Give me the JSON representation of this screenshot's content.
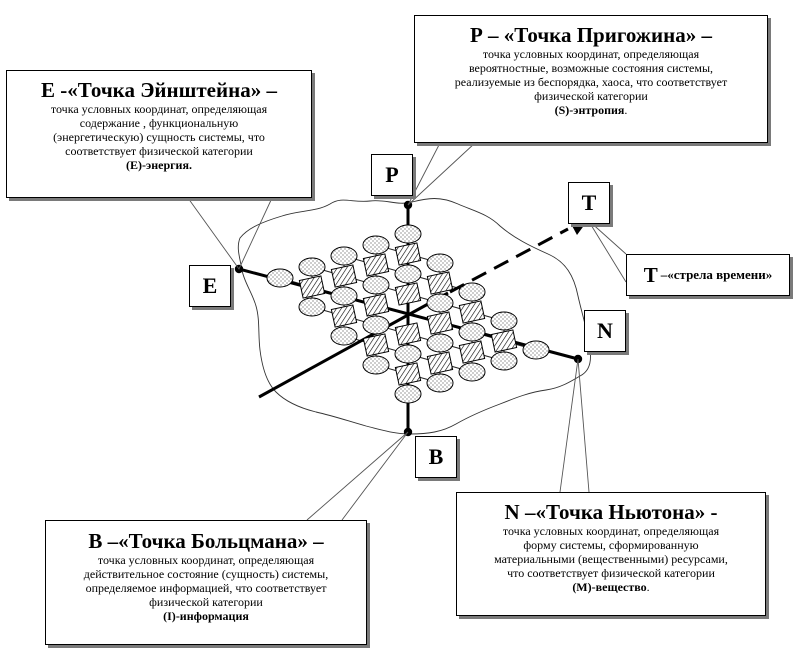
{
  "labels": {
    "e": "E",
    "p": "P",
    "t": "T",
    "n": "N",
    "b": "B"
  },
  "einstein": {
    "title": "E -«Точка Эйнштейна» –",
    "lines": [
      "точка условных координат, определяющая",
      "содержание , функциональную",
      "(энергетическую) сущность системы, что",
      "соответствует физической категории"
    ],
    "category_code": "(Е)",
    "category_name": "-энергия."
  },
  "prigogine": {
    "title": "Р – «Точка Пригожина» –",
    "lines": [
      "точка условных координат, определяющая",
      "вероятностные, возможные состояния системы,",
      "реализуемые из беспорядка, хаоса, что соответствует",
      "физической категории"
    ],
    "category_code": "(S)",
    "category_name": "-энтропия",
    "category_end": "."
  },
  "time": {
    "letter": "Т",
    "text": "–«стрела времени»"
  },
  "newton": {
    "title": "N –«Точка Ньютона» -",
    "lines": [
      "точка условных координат, определяющая",
      "форму системы, сформированную",
      "материальными  (вещественными) ресурсами,",
      "что соответствует физической категории"
    ],
    "category_code": "(М)",
    "category_name": "-вещество",
    "category_end": "."
  },
  "boltzmann": {
    "title": "В –«Точка Больцмана» –",
    "lines": [
      "точка условных координат, определяющая",
      "действительное состояние (сущность) системы,",
      "определяемое информацией, что соответствует",
      "физической категории"
    ],
    "category_code": "(I)",
    "category_name": "-информация"
  }
}
